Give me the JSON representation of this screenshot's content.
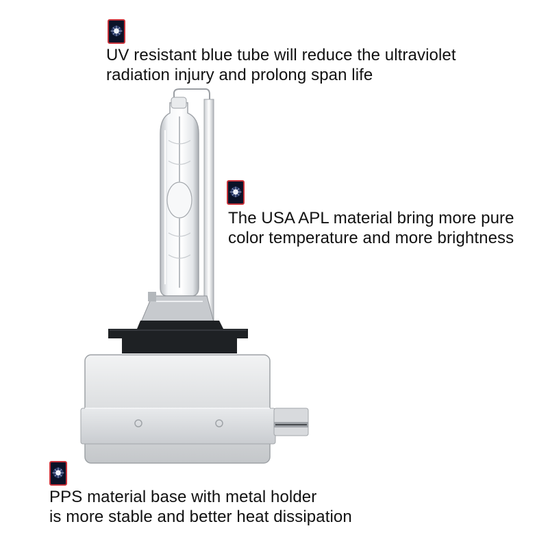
{
  "features": [
    {
      "icon": "light-flare-icon",
      "lines": [
        "UV resistant blue tube will reduce the ultraviolet",
        "radiation injury and prolong span life"
      ]
    },
    {
      "icon": "light-flare-icon",
      "lines": [
        "The USA APL material bring more pure",
        "color temperature and more brightness"
      ]
    },
    {
      "icon": "light-flare-icon",
      "lines": [
        "PPS material base with metal holder",
        "is more stable and better heat dissipation"
      ]
    }
  ],
  "colors": {
    "icon_background": "#0b1228",
    "icon_border": "#c9323a",
    "text": "#111111",
    "base_black": "#1e2124",
    "housing_silver": "#d6d8da"
  }
}
